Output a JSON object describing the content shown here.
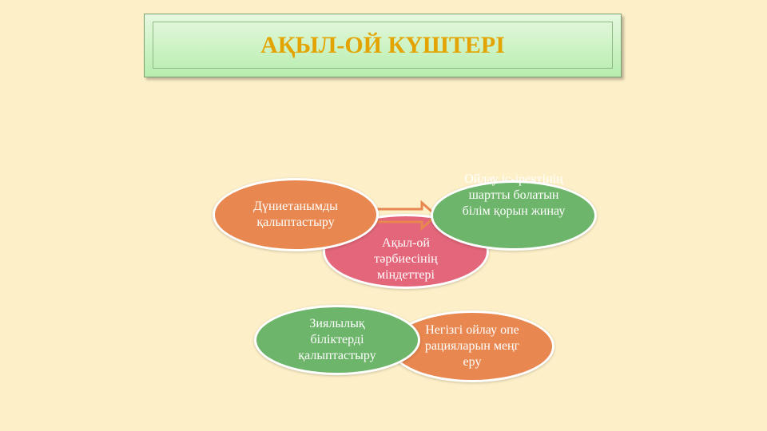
{
  "title": "АҚЫЛ-ОЙ КҮШТЕРІ",
  "center": "Ақыл-ой тәрбиесінің міндеттері",
  "nodes": [
    {
      "label": "Дүниетанымды қалыптастыру",
      "color": "#e8874f"
    },
    {
      "label": "Ойлау іс-іректінің шартты болатын білім қорын жинау",
      "color": "#6db56a"
    },
    {
      "label": "Негізгі ойлау операцияларын меңгеру",
      "color": "#e8874f"
    },
    {
      "label": "Зиялылық біліктерді қалыптастыру",
      "color": "#6db56a"
    }
  ],
  "center_color": "#e3667a",
  "background": "#fdefc7",
  "title_color": "#e3a300"
}
